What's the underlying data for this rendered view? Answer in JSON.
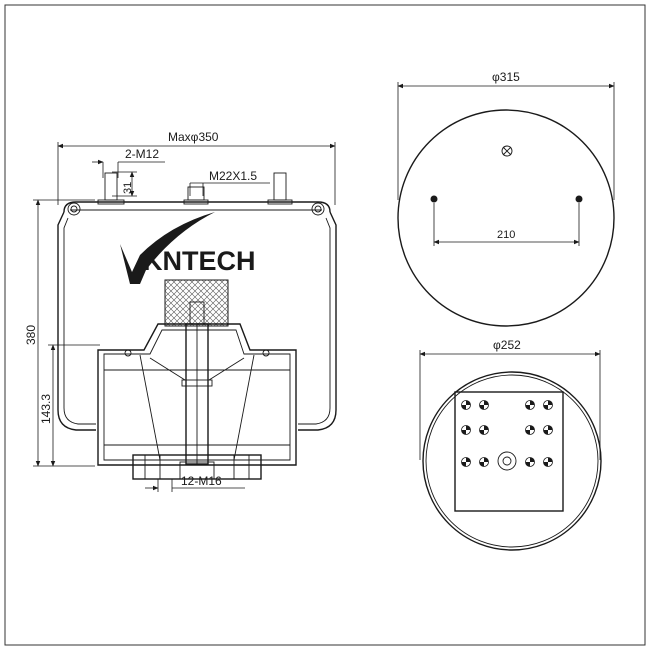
{
  "frame": {
    "border_color": "#333333",
    "line_color": "#1a1a1a",
    "background": "#ffffff"
  },
  "brand": {
    "logo_text": "KNTECH",
    "logo_mark": "V-swoosh"
  },
  "side_view": {
    "labels": {
      "max_diameter": "Maxφ350",
      "stud_spec": "2-M12",
      "stud_height": "31",
      "air_inlet": "M22X1.5",
      "total_height": "380",
      "piston_height": "143.3",
      "bottom_thread": "12-M16"
    }
  },
  "top_view": {
    "labels": {
      "diameter": "φ315",
      "stud_spacing": "210"
    },
    "marker": "center-cross-icon"
  },
  "bottom_view": {
    "labels": {
      "diameter": "φ252"
    },
    "hole_pattern": {
      "left_rows": [
        2,
        2,
        2
      ],
      "right_rows": [
        2,
        2,
        2
      ]
    }
  }
}
